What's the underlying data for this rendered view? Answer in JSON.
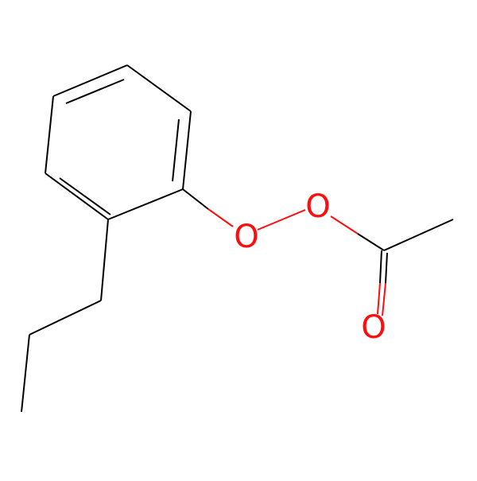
{
  "molecule": {
    "atoms": {
      "o_ring": {
        "label": "O"
      },
      "o_peroxy": {
        "label": "O"
      },
      "o_carbonyl": {
        "label": "O"
      }
    },
    "colors": {
      "carbon": "#000000",
      "oxygen": "#ff0d0d",
      "background": "#ffffff"
    }
  }
}
